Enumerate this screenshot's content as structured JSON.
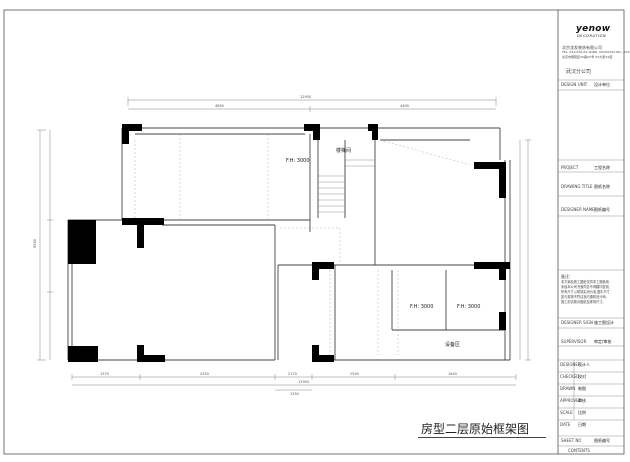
{
  "drawing": {
    "title": "房型二层原始框架图",
    "rooms": {
      "stair": "楼梯间",
      "equipment": "设备区"
    },
    "dimensions": {
      "top_total": "12950",
      "top_left": "4890",
      "top_right": "4490",
      "left_total": "9580",
      "bottom_total": "12950",
      "bottom_segments": [
        "1370",
        "4350",
        "2170",
        "2540",
        "1640"
      ],
      "bottom_sub": "1350"
    },
    "ceiling_heights": [
      "F.H: 3000",
      "F.H: 3000",
      "F.H: 3000"
    ]
  },
  "title_block": {
    "logo": "yenow",
    "logo_sub": "DECORATION",
    "company_lines": [
      "北京龙发装饰有限公司",
      "TEL: XXX-XXX-XX  ADDR: XXXXXXXX RD., XXX",
      "北京市朝阳区XX路XX号 XX大厦XX层"
    ],
    "branch": "武汉分公司",
    "fields": [
      {
        "label": "DESIGN UNIT",
        "value": "设计单位"
      },
      {
        "label": "PROJECT",
        "value": "工程名称"
      },
      {
        "label": "DRAWING TITLE",
        "value": "图纸名称"
      },
      {
        "label": "DESIGNER NAME",
        "value": "图纸编号"
      }
    ],
    "notes_title": "备注:",
    "notes": [
      "本方案及施工图纸仅供本工程使用,",
      "未经本公司书面同意不得翻印复制,",
      "所有尺寸以现场实测为准,图中尺寸",
      "如与现场不符请及时通知设计师。",
      "施工前请核对图纸及现场尺寸。"
    ],
    "signatures": [
      {
        "label": "DESIGNER SIGN",
        "value": "施工图设计"
      },
      {
        "label": "SUPERVISOR",
        "value": "审定/审核"
      },
      {
        "label": "DESIGNER",
        "value": "设计人"
      },
      {
        "label": "CHECKED",
        "value": "校对"
      },
      {
        "label": "DRAWN",
        "value": "制图"
      },
      {
        "label": "APPROVED",
        "value": "审核"
      },
      {
        "label": "SCALE",
        "value": "比例"
      },
      {
        "label": "DATE",
        "value": "日期"
      }
    ],
    "sheet_no_label": "SHEET NO",
    "sheet_no_value": "图纸编号",
    "footer": "CONTENTS"
  }
}
